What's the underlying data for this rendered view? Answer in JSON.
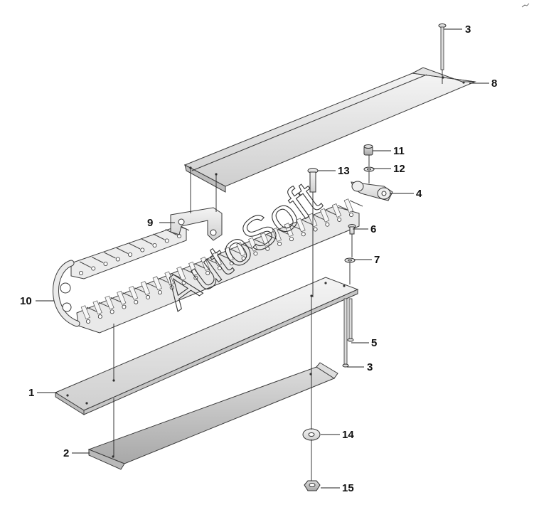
{
  "watermark": "AutoSoft",
  "callouts": [
    {
      "id": "c1",
      "label": "1"
    },
    {
      "id": "c2",
      "label": "2"
    },
    {
      "id": "c3a",
      "label": "3"
    },
    {
      "id": "c3b",
      "label": "3"
    },
    {
      "id": "c4",
      "label": "4"
    },
    {
      "id": "c5",
      "label": "5"
    },
    {
      "id": "c6",
      "label": "6"
    },
    {
      "id": "c7",
      "label": "7"
    },
    {
      "id": "c8",
      "label": "8"
    },
    {
      "id": "c9",
      "label": "9"
    },
    {
      "id": "c10",
      "label": "10"
    },
    {
      "id": "c11",
      "label": "11"
    },
    {
      "id": "c12",
      "label": "12"
    },
    {
      "id": "c13",
      "label": "13"
    },
    {
      "id": "c14",
      "label": "14"
    },
    {
      "id": "c15",
      "label": "15"
    }
  ]
}
